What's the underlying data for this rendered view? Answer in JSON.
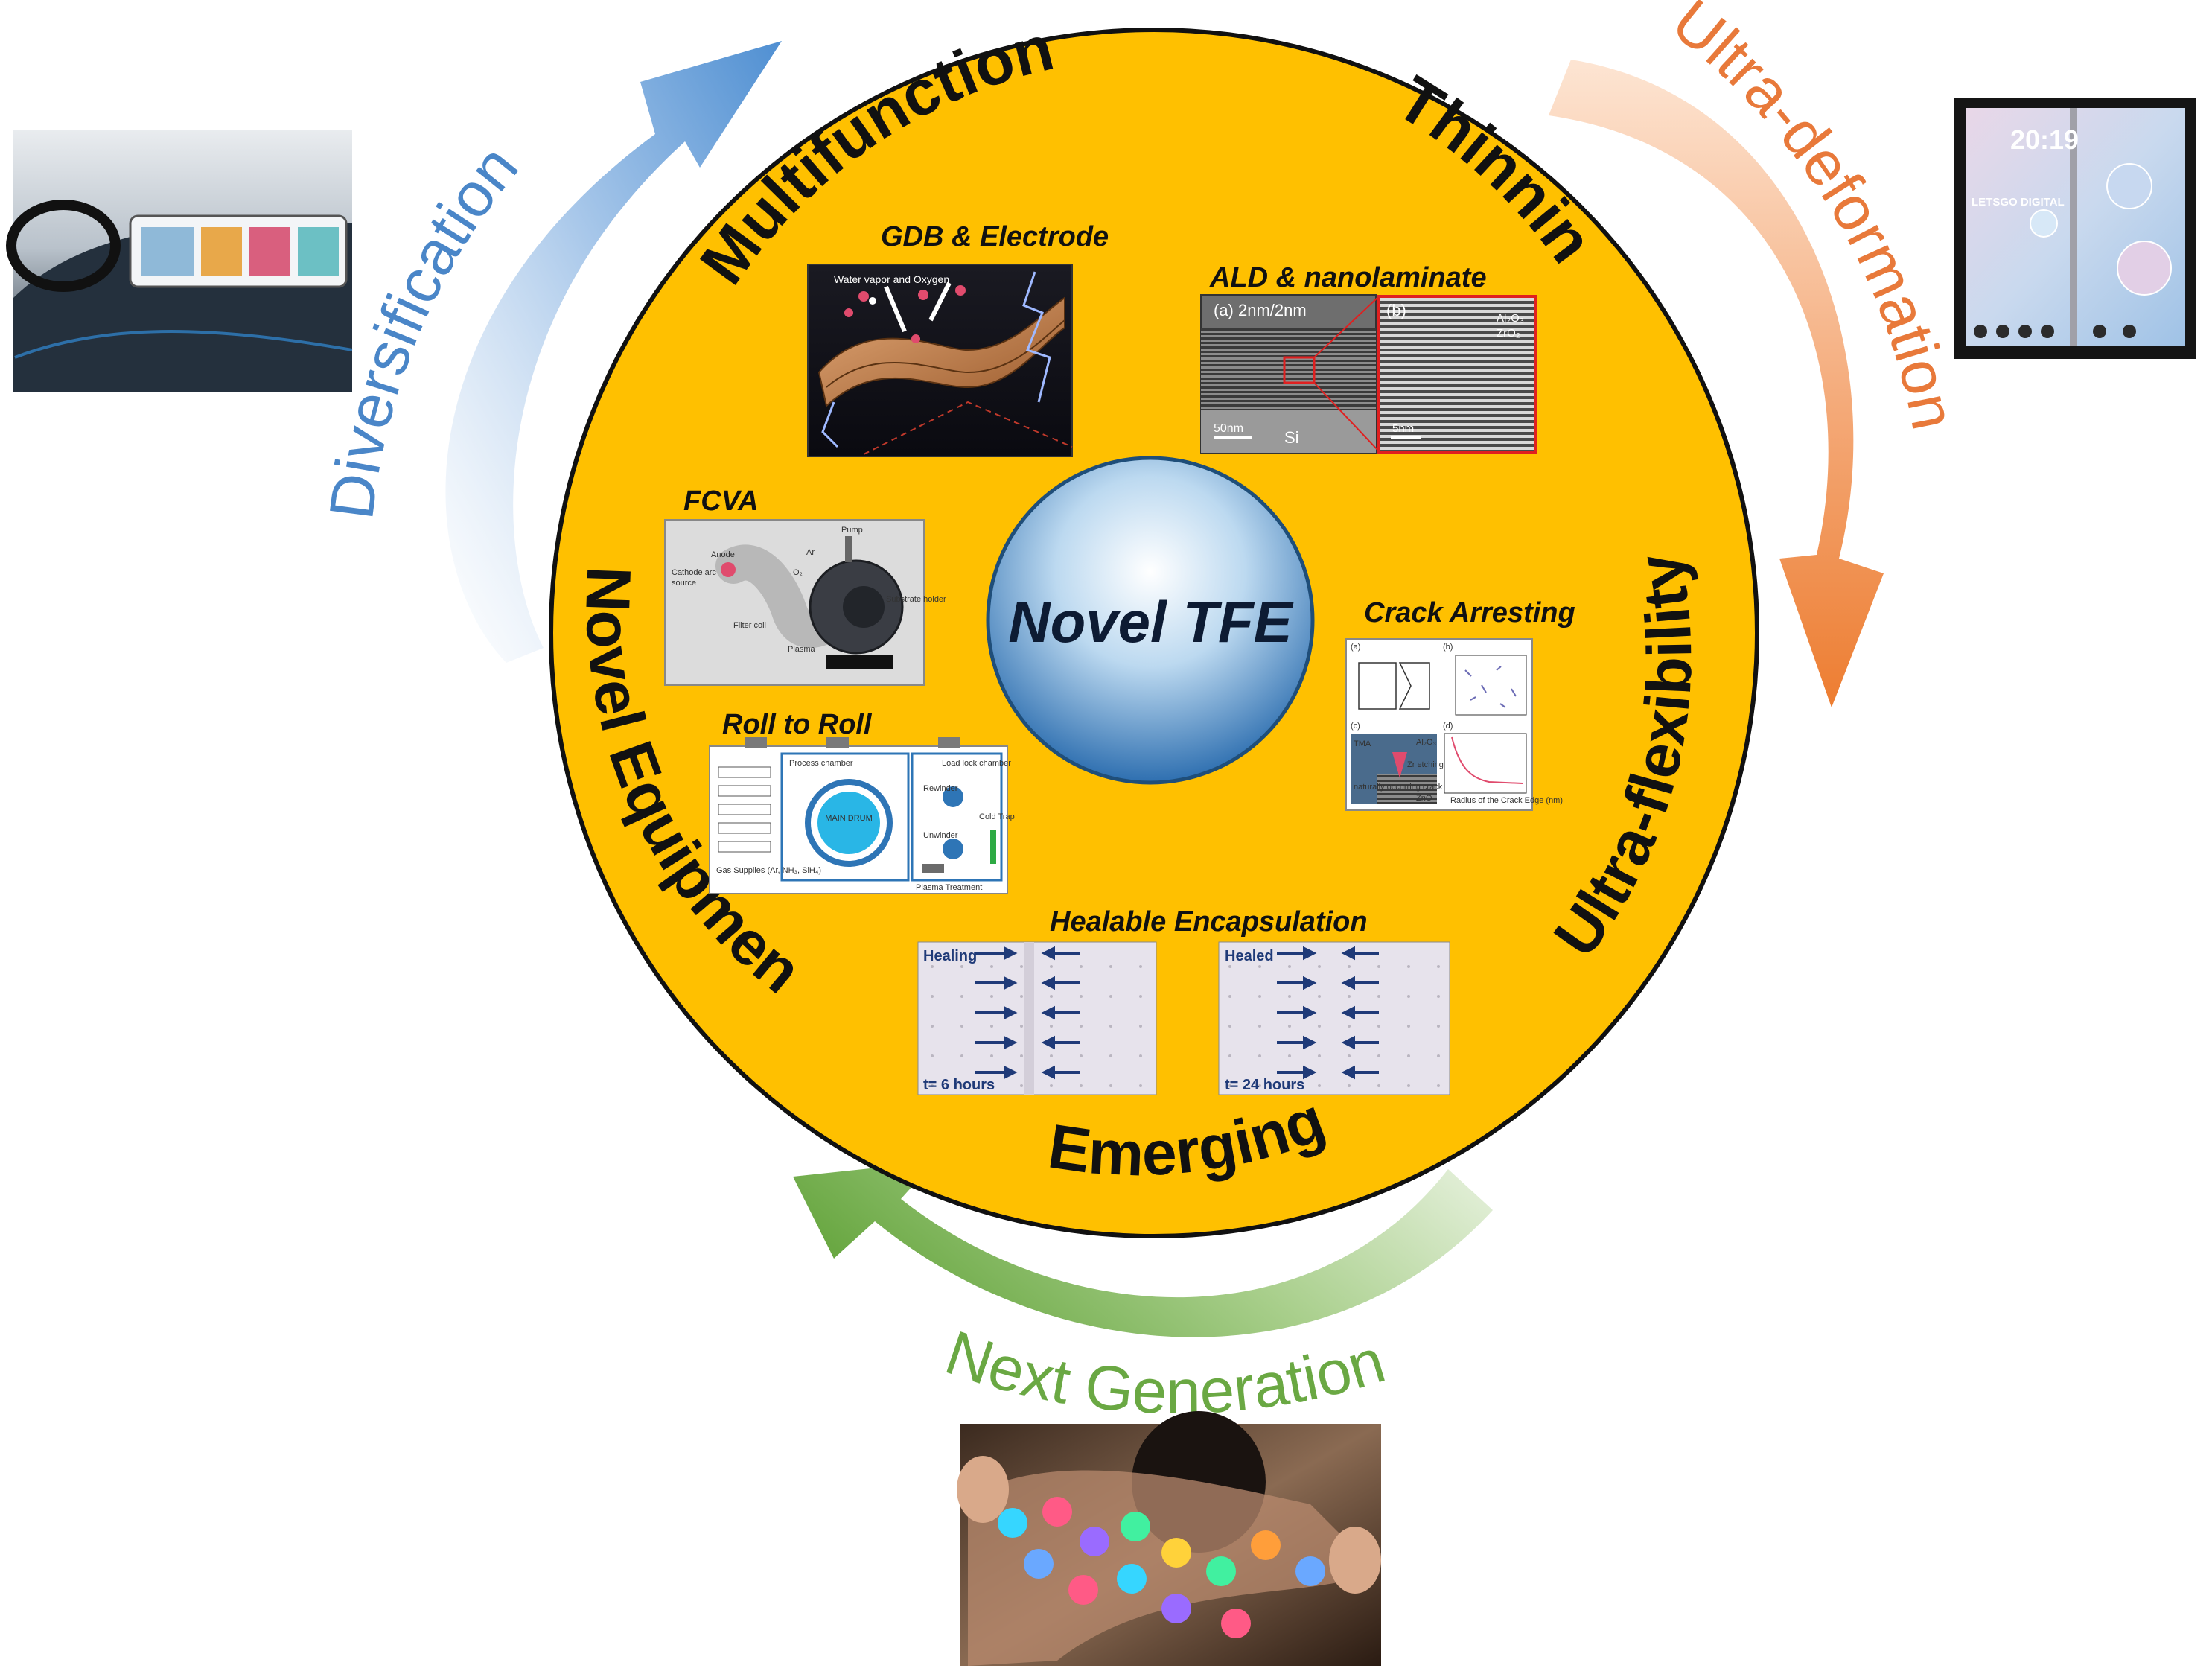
{
  "center": {
    "label": "Novel TFE"
  },
  "arc_labels": {
    "multifunctional": "Multifunctional",
    "thinning": "Thinning",
    "ultra_flexibility": "Ultra-flexibility",
    "emerging": "Emerging",
    "novel_equipment": "Novel Equipment"
  },
  "outer_labels": {
    "diversification": "Diversification",
    "ultra_deformation": "Ultra-deformation",
    "next_generation": "Next Generation"
  },
  "panels": {
    "gdb": {
      "title": "GDB & Electrode",
      "caption": "Water vapor and Oxygen"
    },
    "ald": {
      "title": "ALD & nanolaminate",
      "label_a": "(a) 2nm/2nm",
      "label_b": "(b)",
      "scale_a": "50nm",
      "substrate": "Si",
      "scale_b": "5nm",
      "legend_1": "Al₂O₃",
      "legend_2": "ZrO₂"
    },
    "fcva": {
      "title": "FCVA",
      "anode": "Anode",
      "cathode": "Cathode arc",
      "source": "source",
      "pump": "Pump",
      "filter": "Filter coil",
      "ar": "Ar",
      "o2": "O₂",
      "substrate": "Substrate holder",
      "plasma": "Plasma"
    },
    "crack": {
      "title": "Crack Arresting",
      "a": "(a)",
      "b": "(b)",
      "c": "(c)",
      "d": "(d)",
      "tma": "TMA",
      "natural": "naturally occurring crack",
      "zr": "Zr etching",
      "al2o3": "Al₂O₃",
      "zno": "ZnO",
      "xaxis": "Radius of the Crack Edge (nm)"
    },
    "roll": {
      "title": "Roll to Roll",
      "process": "Process chamber",
      "load_lock": "Load lock chamber",
      "main_drum": "MAIN DRUM",
      "rewinder": "Rewinder",
      "unwinder": "Unwinder",
      "cold_trap": "Cold Trap",
      "plasma": "Plasma Treatment",
      "gas": "Gas Supplies (Ar, NH₃, SiH₄)"
    },
    "healable": {
      "title": "Healable Encapsulation",
      "left_tag": "Healing",
      "left_time": "t= 6 hours",
      "right_tag": "Healed",
      "right_time": "t= 24 hours"
    }
  },
  "photos": {
    "tablet_time": "20:19",
    "tablet_brand": "LETSGO DIGITAL"
  },
  "colors": {
    "circle_fill": "#FFC000",
    "diversification_arrow": "#5B9BD5",
    "ultra_deformation_arrow": "#ED7D31",
    "next_generation_arrow": "#70AD47",
    "center_sphere": "#2E75B6"
  }
}
